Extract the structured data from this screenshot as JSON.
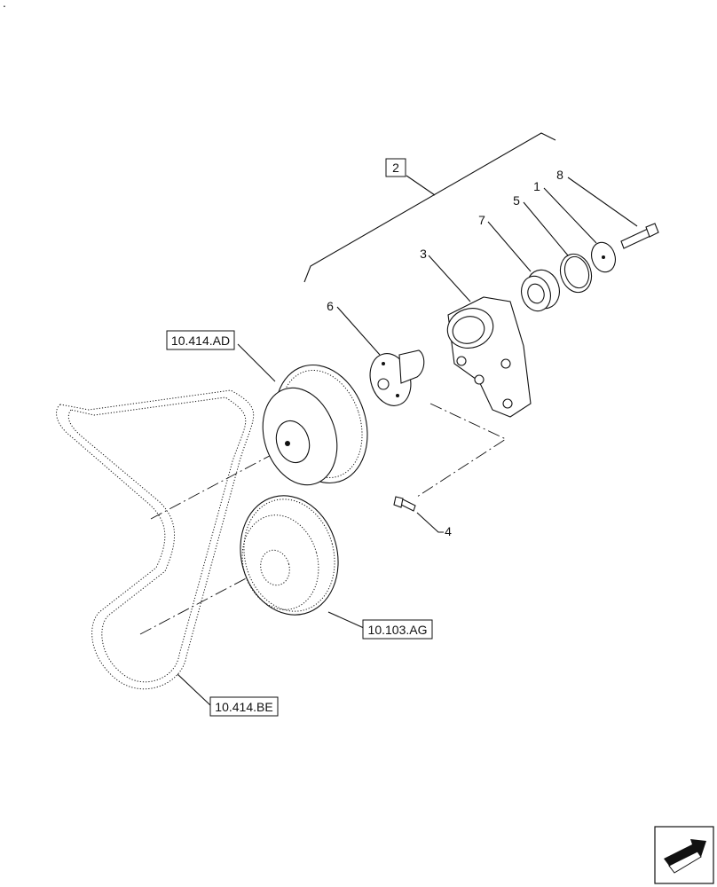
{
  "corner_mark": ".",
  "callouts": {
    "c1": "1",
    "c2": "2",
    "c3": "3",
    "c4": "4",
    "c5": "5",
    "c6": "6",
    "c7": "7",
    "c8": "8"
  },
  "references": {
    "fan_pulley": "10.414.AD",
    "crank_damper": "10.103.AG",
    "belt": "10.414.BE"
  },
  "nav_icon": "next-page-arrow-icon"
}
